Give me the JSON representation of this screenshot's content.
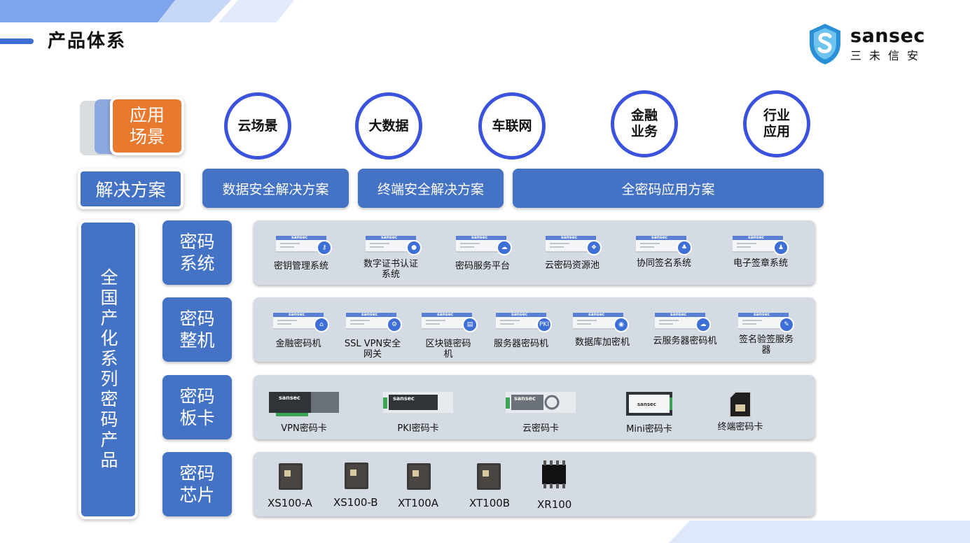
{
  "header": {
    "title": "产品体系"
  },
  "logo": {
    "word": "sansec",
    "cn": "三未信安"
  },
  "left_headers": {
    "scenarios": "应用场景",
    "solutions": "解决方案",
    "series": "全国产化系列密码产品"
  },
  "scenarios": [
    "云场景",
    "大数据",
    "车联网",
    "金融业务",
    "行业应用"
  ],
  "solutions": [
    "数据安全解决方案",
    "终端安全解决方案",
    "全密码应用方案"
  ],
  "rows": {
    "systems": {
      "label": "密码系统",
      "items": [
        "密钥管理系统",
        "数字证书认证系统",
        "密码服务平台",
        "云密码资源池",
        "协同签名系统",
        "电子签章系统"
      ]
    },
    "machines": {
      "label": "密码整机",
      "items": [
        "金融密码机",
        "SSL VPN安全网关",
        "区块链密码机",
        "服务器密码机",
        "数据库加密机",
        "云服务器密码机",
        "签名验签服务器"
      ]
    },
    "cards": {
      "label": "密码板卡",
      "items": [
        "VPN密码卡",
        "PKI密码卡",
        "云密码卡",
        "Mini密码卡",
        "终端密码卡"
      ]
    },
    "chips": {
      "label": "密码芯片",
      "items": [
        "XS100-A",
        "XS100-B",
        "XT100A",
        "XT100B",
        "XR100"
      ]
    }
  },
  "device_brand": "sansec",
  "badge_pki": "PKI",
  "colors": {
    "primary": "#4472c4",
    "accent": "#e8792e",
    "ring": "#3a52dc",
    "panel": "#d5dbe3"
  }
}
